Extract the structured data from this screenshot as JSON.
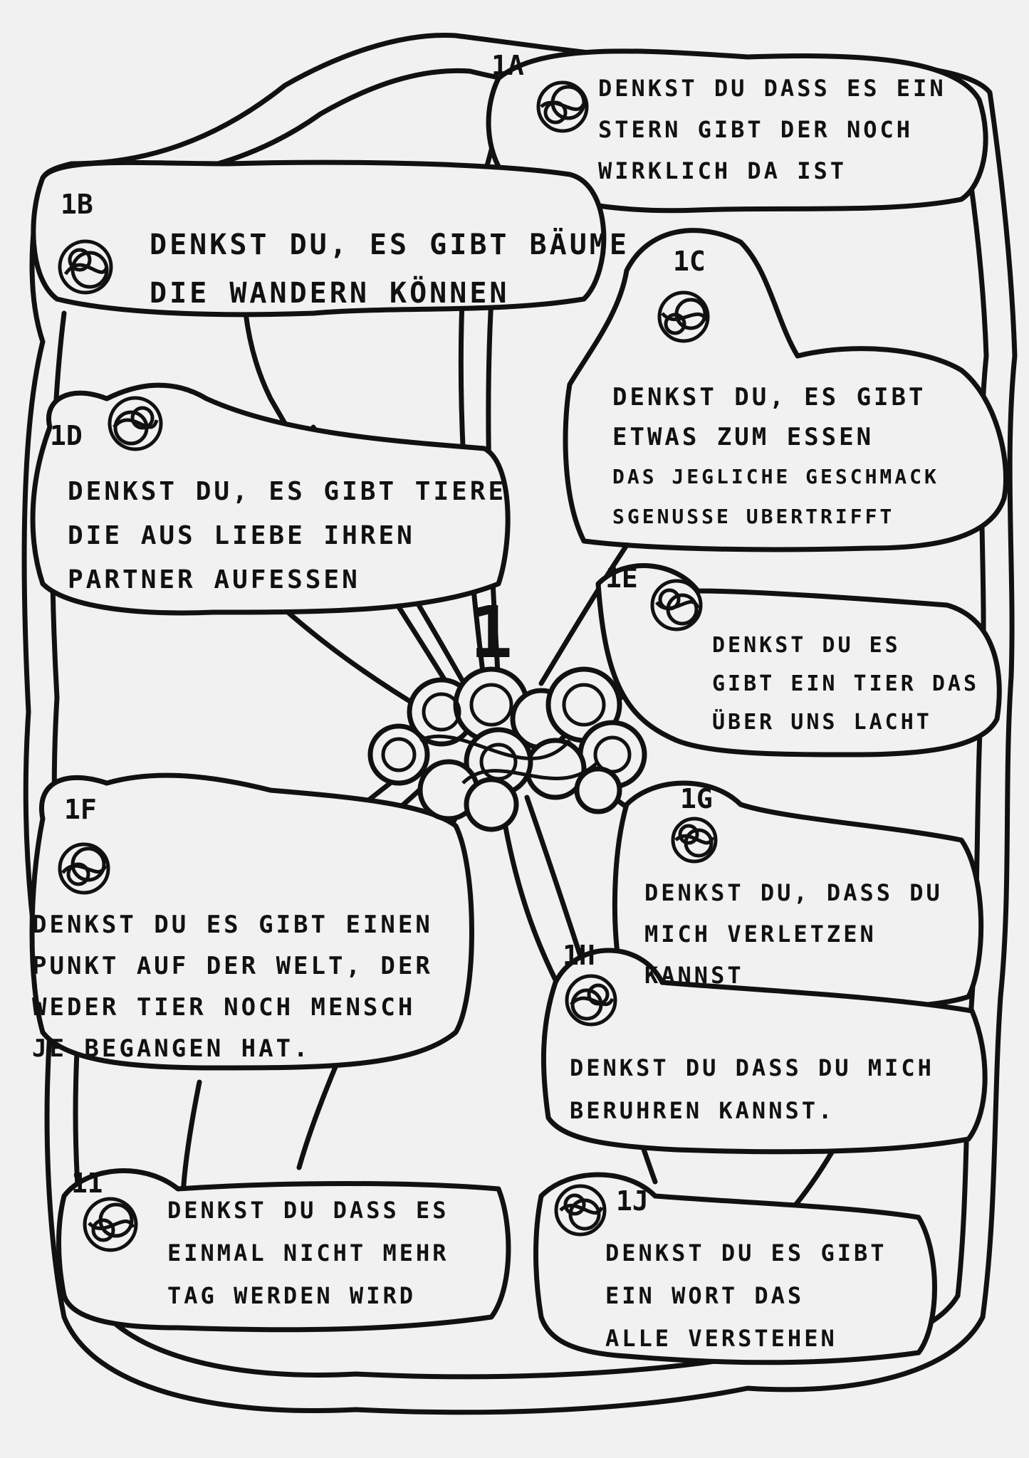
{
  "center": {
    "label": "1"
  },
  "nodes": [
    {
      "id": "1A",
      "label": "1A",
      "lines": [
        "DENKST DU DASS ES EIN",
        "STERN GIBT DER NOCH",
        "WIRKLICH DA IST"
      ]
    },
    {
      "id": "1B",
      "label": "1B",
      "lines": [
        "DENKST DU, ES GIBT BÄUME",
        "DIE WANDERN KÖNNEN"
      ]
    },
    {
      "id": "1C",
      "label": "1C",
      "lines": [
        "DENKST DU, ES GIBT",
        "ETWAS ZUM ESSEN",
        "DAS JEGLICHE GESCHMACK",
        "SGENUSSE UBERTRIFFT"
      ]
    },
    {
      "id": "1D",
      "label": "1D",
      "lines": [
        "DENKST DU, ES GIBT TIERE",
        "DIE AUS LIEBE IHREN",
        "PARTNER AUFESSEN"
      ]
    },
    {
      "id": "1E",
      "label": "1E",
      "lines": [
        "DENKST DU ES",
        "GIBT EIN TIER DAS",
        "ÜBER UNS LACHT"
      ]
    },
    {
      "id": "1F",
      "label": "1F",
      "lines": [
        "DENKST DU ES GIBT EINEN",
        "PUNKT AUF DER WELT, DER",
        "WEDER TIER NOCH MENSCH",
        "JE BEGANGEN HAT."
      ]
    },
    {
      "id": "1G",
      "label": "1G",
      "lines": [
        "DENKST DU, DASS DU",
        "MICH VERLETZEN",
        "KANNST"
      ]
    },
    {
      "id": "1H",
      "label": "1H",
      "lines": [
        "DENKST DU DASS DU MICH",
        "BERUHREN KANNST."
      ]
    },
    {
      "id": "1I",
      "label": "1I",
      "lines": [
        "DENKST DU DASS ES",
        "EINMAL NICHT MEHR",
        "TAG WERDEN WIRD"
      ]
    },
    {
      "id": "1J",
      "label": "1J",
      "lines": [
        "DENKST DU ES GIBT",
        "EIN WORT DAS",
        "ALLE VERSTEHEN"
      ]
    }
  ]
}
